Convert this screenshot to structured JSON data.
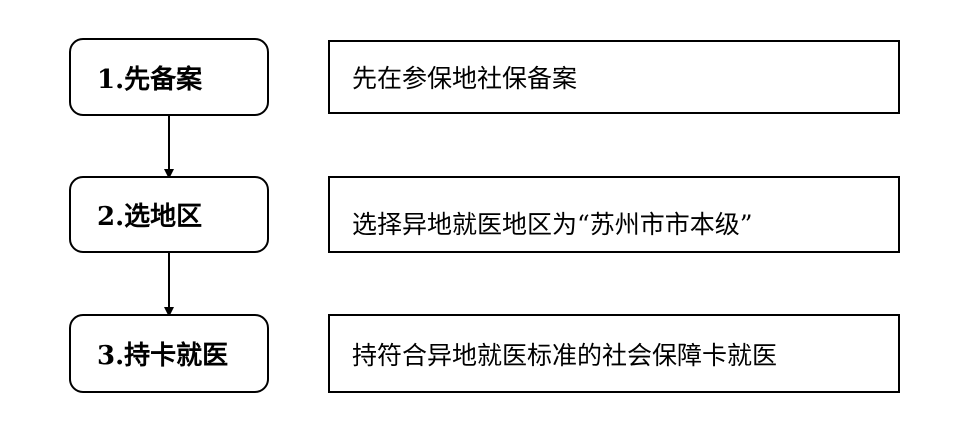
{
  "steps": [
    {
      "label": "1.先备案",
      "description": "先在参保地社保备案"
    },
    {
      "label": "2.选地区",
      "description": "选择异地就医地区为“苏州市市本级”"
    },
    {
      "label": "3.持卡就医",
      "description": "持符合异地就医标准的社会保障卡就医"
    }
  ]
}
